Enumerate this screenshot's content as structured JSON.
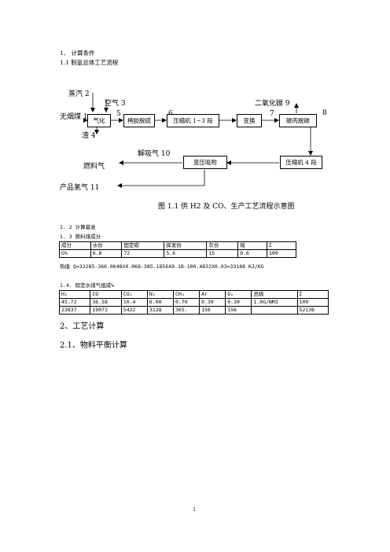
{
  "heading1": "1、  计算条件",
  "heading1_1": "1.1   制氢总体工艺流程",
  "flow": {
    "in_steam": "蒸汽 2",
    "in_air": "空气  3",
    "in_coal": "无烟煤 1",
    "slag": "渣 4",
    "co2_out": "二氧化碳 9",
    "desorb_gas": "解吸气 10",
    "fuel_gas": "燃料气",
    "product_h2": "产品氢气 11",
    "n5": "5",
    "n6": "6",
    "n7": "7",
    "n8": "8",
    "box_gasify": "气化",
    "box_desulf": "栲胶脱硫",
    "box_comp13": "压缩机 1~3 段",
    "box_shift": "变换",
    "box_decarb": "碳丙脱碳",
    "box_comp4": "压缩机 4 段",
    "box_psa": "变压吸附"
  },
  "figure_caption": "图 1.1    供 H2 及 CO、生产工艺流程示意图",
  "sec_1_2": "1.  2   计算基准",
  "sec_1_3": "1.  3   原料煤成分",
  "coal_table": {
    "header": [
      "成分",
      "水份",
      "固定碳",
      "挥发份",
      "灰份",
      "硫",
      "Σ"
    ],
    "row": [
      "G%",
      "6.8",
      "72",
      "5.6",
      "15",
      "0.6",
      "100"
    ]
  },
  "heat_value_line": "热值 Q=33285-360.0648X0.068-385.1856X0.18-100.4832X0.03=33188 KJ/KG",
  "sec_1_4": "1.4.   假定水煤气组成%",
  "gas_table": {
    "header": [
      "H₂",
      "CO",
      "CO₂",
      "N₂",
      "CH₄",
      "Ar",
      "O₂",
      "总硫",
      "Σ"
    ],
    "rows": [
      [
        "45.72",
        "36.58",
        "10.4",
        "6.00",
        "0.70",
        "0.30",
        "0.30",
        "1.0G/NM3",
        "100"
      ],
      [
        "23837",
        "19072",
        "5422",
        "3128",
        "365.",
        "156",
        "156",
        "",
        "52136"
      ]
    ]
  },
  "heading2": "2、工艺计算",
  "heading2_1": "2.1、物料平衡计算",
  "page_number": "1"
}
